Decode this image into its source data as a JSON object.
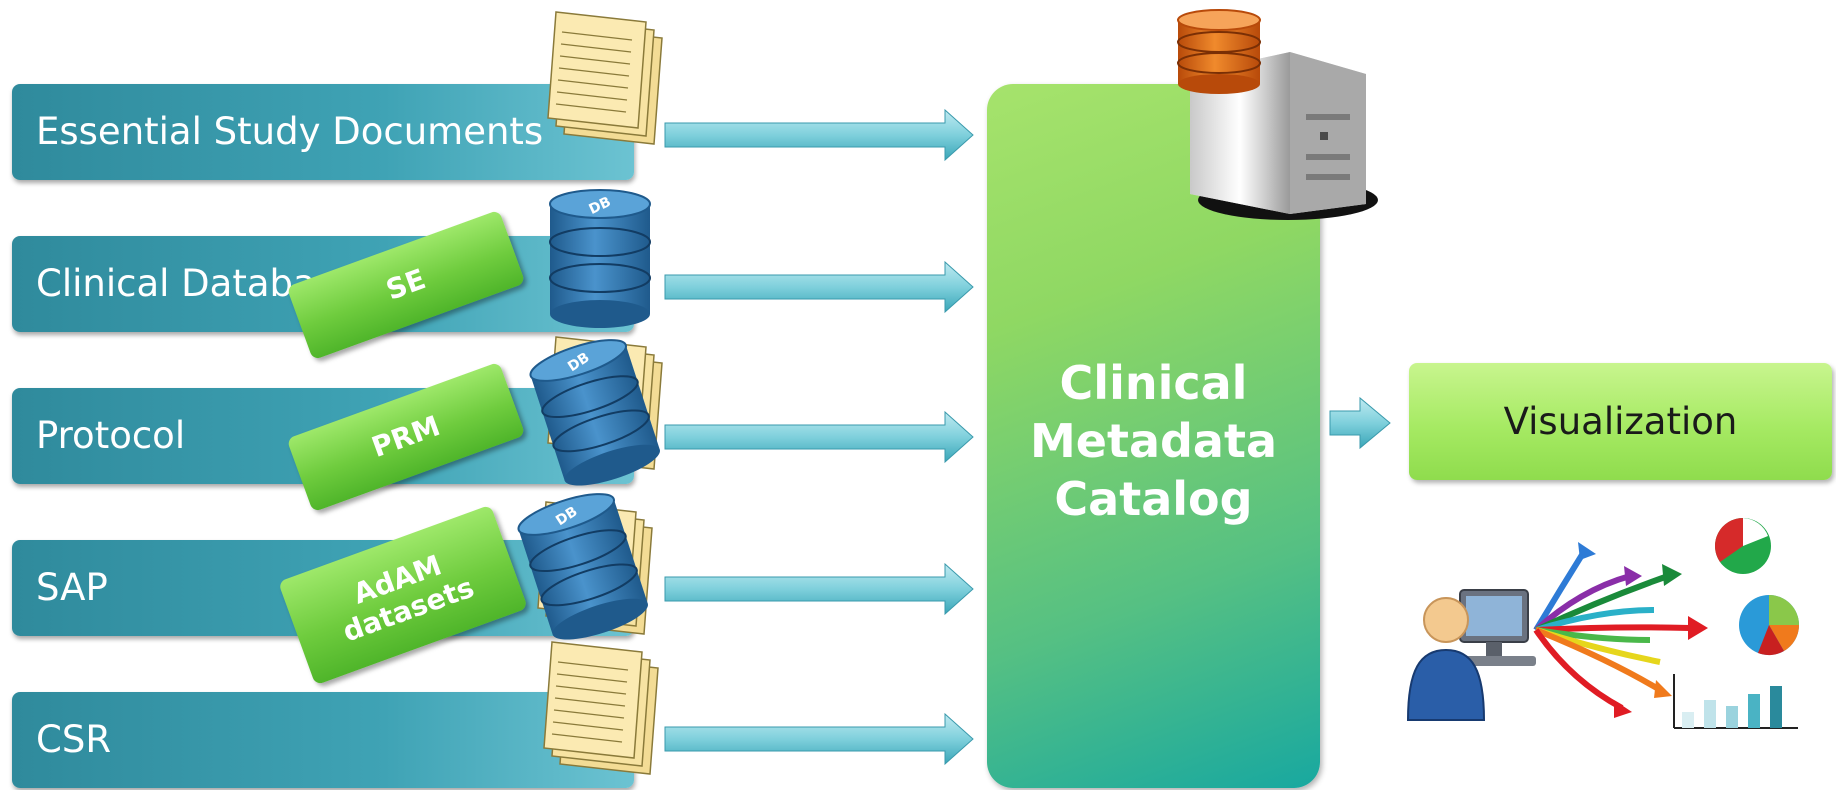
{
  "sources": [
    {
      "label": "Essential Study Documents"
    },
    {
      "label": "Clinical Database"
    },
    {
      "label": "Protocol"
    },
    {
      "label": "SAP"
    },
    {
      "label": "CSR"
    }
  ],
  "tags": {
    "se": "SE",
    "prm": "PRM",
    "adam_line1": "AdAM",
    "adam_line2": "datasets"
  },
  "db_label": "DB",
  "catalog": {
    "line1": "Clinical",
    "line2": "Metadata",
    "line3": "Catalog"
  },
  "output": {
    "label": "Visualization"
  },
  "colors": {
    "source_bar": "#3fa3b5",
    "arrow": "#7fd0dc",
    "tag_green": "#6fcc3e",
    "catalog_green": "#8fd863",
    "viz_green": "#a6ea63",
    "db_blue": "#2e6fa8"
  },
  "icons": [
    "document-stack-icon",
    "database-icon",
    "server-icon",
    "user-computer-icon",
    "colorful-arrows-icon",
    "pie-chart-icon",
    "bar-chart-icon"
  ]
}
